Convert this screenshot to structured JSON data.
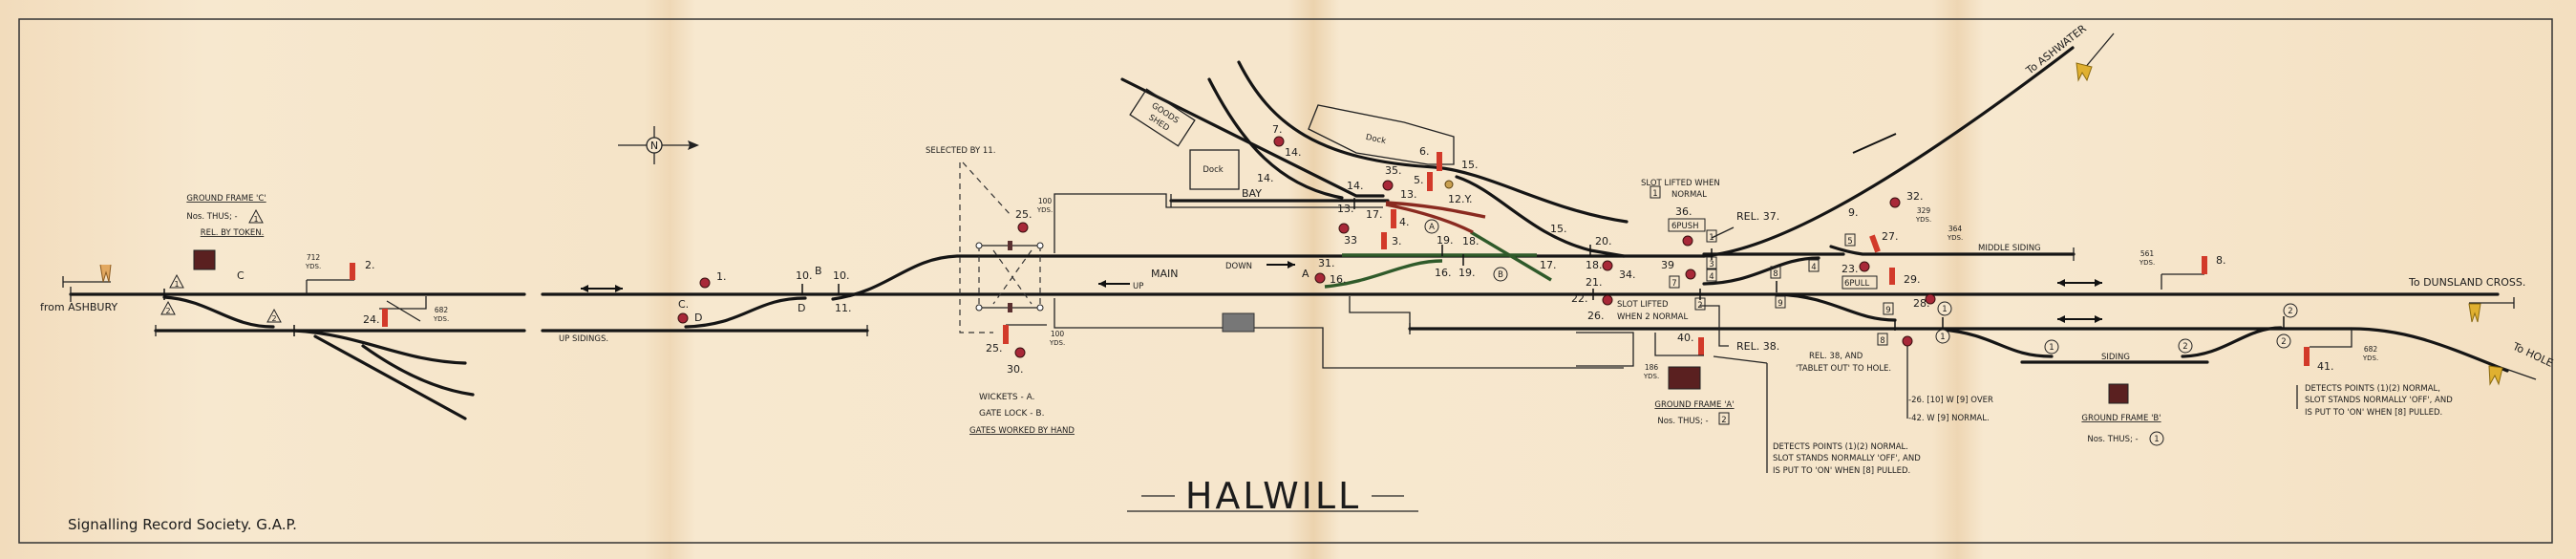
{
  "title": "HALWILL",
  "credit": "Signalling Record Society.   G.A.P.",
  "compass": "N",
  "places": {
    "from_ashbury": "from ASHBURY",
    "to_ashwater": "To ASHWATER",
    "to_dunsland": "To DUNSLAND CROSS.",
    "to_hole": "To HOLE"
  },
  "tracks": {
    "up_sidings": "UP SIDINGS.",
    "main": "MAIN",
    "up": "UP",
    "down": "DOWN",
    "bay": "BAY",
    "middle_siding": "MIDDLE SIDING",
    "siding": "SIDING"
  },
  "buildings": {
    "goods_shed_1": "GOODS",
    "goods_shed_2": "SHED",
    "dock_1": "Dock",
    "dock_2": "Dock"
  },
  "ground_frame_c": {
    "title": "GROUND FRAME 'C'",
    "nos": "Nos. THUS; -",
    "rel": "REL. BY TOKEN."
  },
  "ground_frame_a": {
    "title": "GROUND FRAME 'A'",
    "nos": "Nos. THUS; -"
  },
  "ground_frame_b": {
    "title": "GROUND FRAME 'B'",
    "nos": "Nos. THUS; -"
  },
  "gates": {
    "selected": "SELECTED BY 11.",
    "wickets": "WICKETS  -  A.",
    "gate_lock": "GATE LOCK -  B.",
    "worked": "GATES WORKED BY HAND"
  },
  "notes": {
    "slot_lifted_1a": "SLOT LIFTED WHEN",
    "slot_lifted_1b": "NORMAL",
    "push": "6PUSH",
    "pull": "6PULL",
    "rel_37": "REL. 37.",
    "rel_38": "REL. 38.",
    "slot_lifted_2a": "SLOT LIFTED",
    "slot_lifted_2b": "WHEN 2 NORMAL",
    "rel_38_tablet_a": "REL. 38, AND",
    "rel_38_tablet_b": "'TABLET OUT' TO HOLE.",
    "lever_26": "-26. [10] W [9] OVER",
    "lever_42": "-42.  W [9] NORMAL.",
    "gfa_detects_1": "DETECTS POINTS (1)(2) NORMAL.",
    "gfa_detects_2": "SLOT STANDS NORMALLY 'OFF', AND",
    "gfa_detects_3": "IS PUT TO 'ON' WHEN [8] PULLED.",
    "gfb_detects_1": "DETECTS POINTS (1)(2) NORMAL,",
    "gfb_detects_2": "SLOT STANDS NORMALLY 'OFF', AND",
    "gfb_detects_3": "IS PUT TO 'ON' WHEN [8] PULLED."
  },
  "levers": [
    "2.",
    "24.",
    "1.",
    "C.",
    "D",
    "10.",
    "B",
    "10.",
    "D",
    "11.",
    "C",
    "25.",
    "25.",
    "30.",
    "A",
    "31.",
    "16.",
    "7.",
    "14.",
    "14.",
    "14.",
    "13.",
    "35.",
    "13.",
    "5.",
    "6.",
    "12.Y.",
    "15.",
    "17.",
    "4.",
    "3.",
    "33",
    "19.",
    "18.",
    "16.",
    "19.",
    "17.",
    "15.",
    "20.",
    "18.",
    "21.",
    "34.",
    "22.",
    "26.",
    "36.",
    "39",
    "9.",
    "32.",
    "27.",
    "23.",
    "29.",
    "28.",
    "40.",
    "8.",
    "41."
  ],
  "boxed_numbers": [
    "1",
    "1",
    "5",
    "3",
    "4",
    "7",
    "4",
    "8",
    "9",
    "9",
    "8",
    "2",
    "2"
  ],
  "circled_labels": [
    "A",
    "B",
    "1",
    "1",
    "1",
    "2",
    "2",
    "2",
    "1"
  ],
  "triangle_labels": [
    "1",
    "2",
    "2",
    "1"
  ],
  "distances": [
    {
      "value": "712",
      "unit": "YDS."
    },
    {
      "value": "682",
      "unit": "YDS."
    },
    {
      "value": "100",
      "unit": "YDS."
    },
    {
      "value": "100",
      "unit": "YDS."
    },
    {
      "value": "329",
      "unit": "YDS."
    },
    {
      "value": "364",
      "unit": "YDS."
    },
    {
      "value": "186",
      "unit": "YDS."
    },
    {
      "value": "561",
      "unit": "YDS."
    },
    {
      "value": "682",
      "unit": "YDS."
    }
  ],
  "colors": {
    "paper": "#f6e6cc",
    "track": "#151515",
    "signal_red": "#d23a2a",
    "disc": "#a82838",
    "distant_yellow": "#e0b030",
    "route_red": "#8a2a20",
    "route_green": "#2f5a2a"
  }
}
